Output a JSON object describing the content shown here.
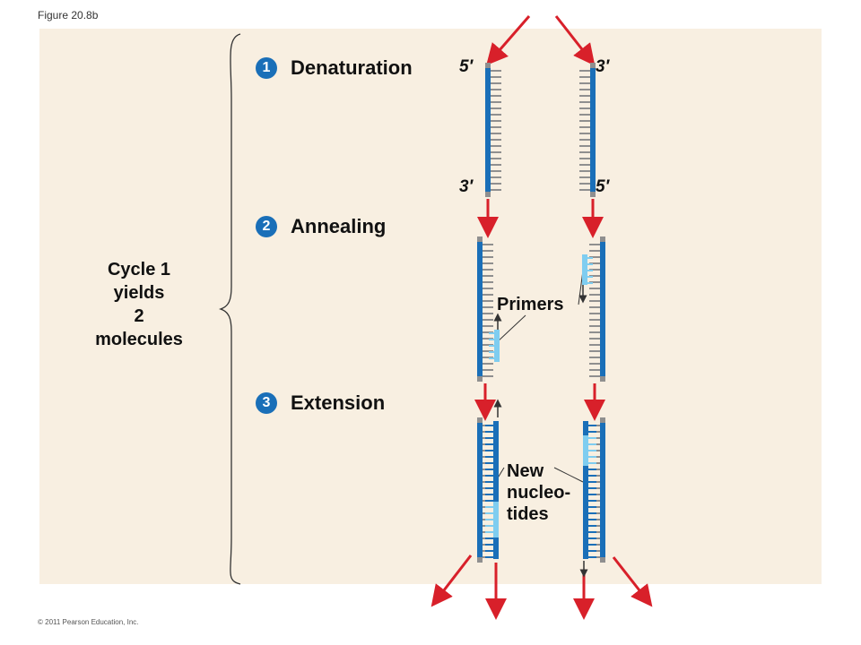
{
  "figure_label": "Figure 20.8b",
  "copyright": "© 2011 Pearson Education, Inc.",
  "cycle_text": [
    "Cycle 1",
    "yields",
    "2",
    "molecules"
  ],
  "steps": [
    {
      "number": "1",
      "name": "Denaturation"
    },
    {
      "number": "2",
      "name": "Annealing"
    },
    {
      "number": "3",
      "name": "Extension"
    }
  ],
  "strand_ends": {
    "left_top": "5′",
    "right_top": "3′",
    "left_bottom": "3′",
    "right_bottom": "5′"
  },
  "primers_label": "Primers",
  "new_nucleotides_label": [
    "New",
    "nucleo-",
    "tides"
  ],
  "colors": {
    "panel": "#f8efe1",
    "strand": "#1a6fb8",
    "new_strand": "#7fcdf0",
    "arrow": "#d8202a",
    "rung": "#8f8f8f"
  }
}
